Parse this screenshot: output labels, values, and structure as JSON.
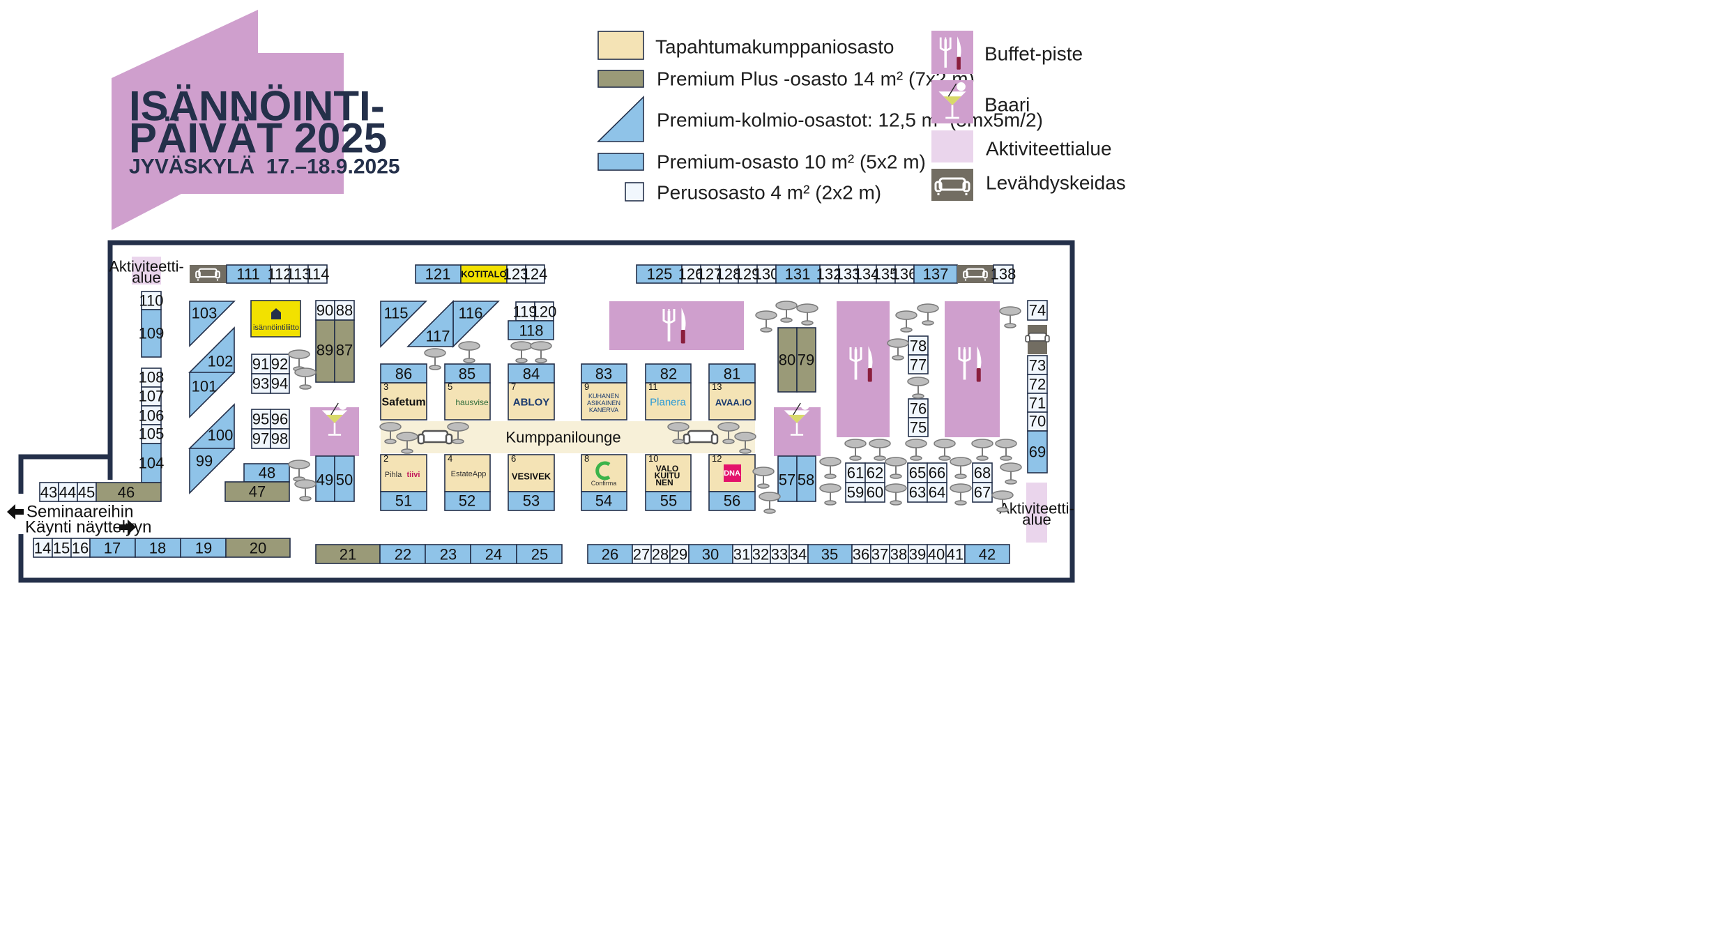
{
  "header": {
    "title_line1": "ISÄNNÖINTI-",
    "title_line2": "PÄIVÄT 2025",
    "subtitle": "JYVÄSKYLÄ  17.–18.9.2025"
  },
  "legend": {
    "partner": "Tapahtumakumppaniosasto",
    "premium_plus": "Premium Plus -osasto 14 m² (7x2 m)",
    "premium_triangle": "Premium-kolmio-osastot: 12,5 m² (5mx5m/2)",
    "premium": "Premium-osasto 10 m² (5x2 m)",
    "basic": "Perusosasto 4 m² (2x2 m)",
    "buffet": "Buffet-piste",
    "bar": "Baari",
    "activity": "Aktiviteettialue",
    "rest": "Levähdyskeidas"
  },
  "map": {
    "activity_label_1": "Aktiviteetti-",
    "activity_label_2": "alue",
    "lounge": "Kumppanilounge",
    "seminar": "Seminaareihin",
    "entrance": "Käynti näyttelyyn",
    "colors": {
      "premium": "#8fc3e8",
      "premium_plus": "#9a9a78",
      "partner": "#f4e3b5",
      "basic": "#f1f7fd",
      "buffet": "#cf9fcd",
      "activity": "#ead5ec",
      "rest": "#726d62",
      "wall": "#24304a"
    }
  },
  "partners": {
    "isannointiliitto": "isännöintiliitto",
    "kotitalo": "KOTITALO",
    "safetum": "Safetum",
    "hausvise": "hausvise",
    "abloy": "ABLOY",
    "kuhanen_1": "KUHANEN",
    "kuhanen_2": "ASIKAINEN",
    "kuhanen_3": "KANERVA",
    "planera": "Planera",
    "avaa": "AVAA.IO",
    "pihla": "Pihla",
    "tiivi": "tiivi",
    "estateapp": "EstateApp",
    "vesivek": "VESIVEK",
    "confirma": "Confirma",
    "valokuitu_1": "VALO",
    "valokuitu_2": "KUITU",
    "valokuitu_3": "NEN",
    "dna": "DNA"
  },
  "booths": {
    "b3": "3",
    "b5": "5",
    "b7": "7",
    "b9": "9",
    "b11": "11",
    "b13": "13",
    "b2": "2",
    "b4": "4",
    "b6": "6",
    "b8": "8",
    "b10": "10",
    "b12": "12",
    "b14": "14",
    "b15": "15",
    "b16": "16",
    "b17": "17",
    "b18": "18",
    "b19": "19",
    "b20": "20",
    "b21": "21",
    "b22": "22",
    "b23": "23",
    "b24": "24",
    "b25": "25",
    "b26": "26",
    "b27": "27",
    "b28": "28",
    "b29": "29",
    "b30": "30",
    "b31": "31",
    "b32": "32",
    "b33": "33",
    "b34": "34",
    "b35": "35",
    "b36": "36",
    "b37": "37",
    "b38": "38",
    "b39": "39",
    "b40": "40",
    "b41": "41",
    "b42": "42",
    "b43": "43",
    "b44": "44",
    "b45": "45",
    "b46": "46",
    "b47": "47",
    "b48": "48",
    "b49": "49",
    "b50": "50",
    "b51": "51",
    "b52": "52",
    "b53": "53",
    "b54": "54",
    "b55": "55",
    "b56": "56",
    "b57": "57",
    "b58": "58",
    "b59": "59",
    "b60": "60",
    "b61": "61",
    "b62": "62",
    "b63": "63",
    "b64": "64",
    "b65": "65",
    "b66": "66",
    "b67": "67",
    "b68": "68",
    "b69": "69",
    "b70": "70",
    "b71": "71",
    "b72": "72",
    "b73": "73",
    "b74": "74",
    "b75": "75",
    "b76": "76",
    "b77": "77",
    "b78": "78",
    "b79": "79",
    "b80": "80",
    "b81": "81",
    "b82": "82",
    "b83": "83",
    "b84": "84",
    "b85": "85",
    "b86": "86",
    "b87": "87",
    "b88": "88",
    "b89": "89",
    "b90": "90",
    "b91": "91",
    "b92": "92",
    "b93": "93",
    "b94": "94",
    "b95": "95",
    "b96": "96",
    "b97": "97",
    "b98": "98",
    "b99": "99",
    "b100": "100",
    "b101": "101",
    "b102": "102",
    "b103": "103",
    "b104": "104",
    "b105": "105",
    "b106": "106",
    "b107": "107",
    "b108": "108",
    "b109": "109",
    "b110": "110",
    "b111": "111",
    "b112": "112",
    "b113": "113",
    "b114": "114",
    "b115": "115",
    "b116": "116",
    "b117": "117",
    "b118": "118",
    "b119": "119",
    "b120": "120",
    "b121": "121",
    "b123": "123",
    "b124": "124",
    "b125": "125",
    "b126": "126",
    "b127": "127",
    "b128": "128",
    "b129": "129",
    "b130": "130",
    "b131": "131",
    "b132": "132",
    "b133": "133",
    "b134": "134",
    "b135": "135",
    "b136": "136",
    "b137": "137",
    "b138": "138"
  }
}
